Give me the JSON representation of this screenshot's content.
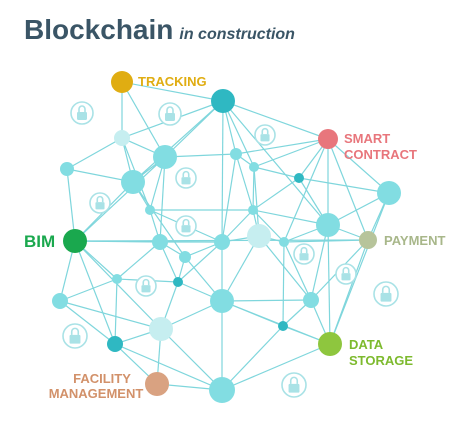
{
  "title": {
    "main": "Blockchain",
    "sub": "in construction"
  },
  "labels": {
    "tracking": "TRACKING",
    "smart_contract": [
      "SMART",
      "CONTRACT"
    ],
    "bim": "BIM",
    "payment": "PAYMENT",
    "data_storage": [
      "DATA",
      "STORAGE"
    ],
    "facility_management": [
      "FACILITY",
      "MANAGEMENT"
    ]
  },
  "colors": {
    "title": "#3a5566",
    "network": "#7fd6dc",
    "node": "#82dde2",
    "node_light": "#c6eef0",
    "tracking": "#e0ad12",
    "smart_contract": "#e8767c",
    "bim": "#1aa84e",
    "payment": "#b7c49b",
    "data_storage": "#8ec63e",
    "facility_management": "#d9a281",
    "lock": "#a9e2e6"
  },
  "icons": [
    "lock-icon"
  ]
}
